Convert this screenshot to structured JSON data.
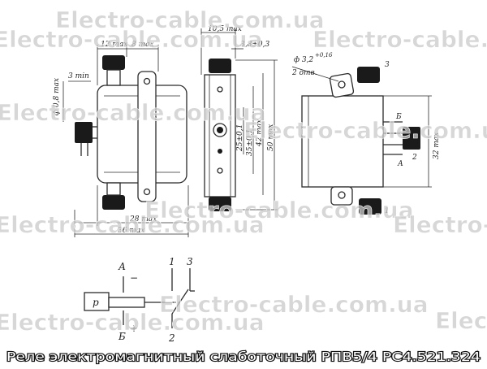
{
  "watermark": "Electro-cable.com.ua",
  "caption": "Реле электромагнитный слаботочный РПВ5/4 РС4.521.324",
  "dimensions": {
    "d_pin": "ф 0,8 max",
    "pin_len": "3 min",
    "w12": "12 max",
    "w8": "8 max",
    "w28": "28 max",
    "w36": "36 max",
    "w105": "10,5 max",
    "w38": "3,8±0,3",
    "h255": "25±0,1",
    "h35": "35±0,1",
    "h42": "42 max",
    "h50": "50 max",
    "hole": "ф 3,2",
    "hole_tol": "+0,16",
    "holes_count": "2 отв.",
    "h32": "32 max"
  },
  "pin_labels": {
    "p1": "1",
    "p2": "2",
    "p3": "3",
    "a": "А",
    "b": "Б"
  },
  "schematic": {
    "coil": "р",
    "a": "А",
    "b": "Б",
    "minus": "−",
    "plus": "+",
    "t1": "1",
    "t2": "2",
    "t3": "3"
  }
}
